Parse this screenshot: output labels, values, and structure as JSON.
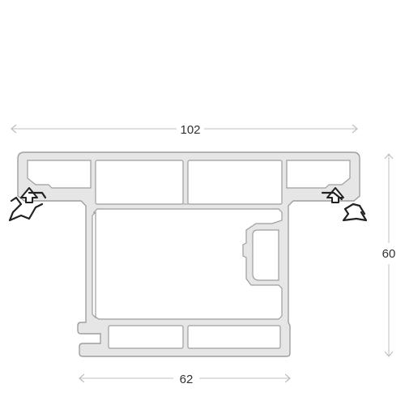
{
  "dimensions": {
    "overall_width": "102",
    "height": "60",
    "bottom_width": "62"
  },
  "colors": {
    "profile_fill": "#e6e6e6",
    "profile_stroke": "#9e9e9e",
    "gasket": "#222222",
    "dimension_line": "#bfbfbf",
    "dimension_text": "#333333"
  }
}
